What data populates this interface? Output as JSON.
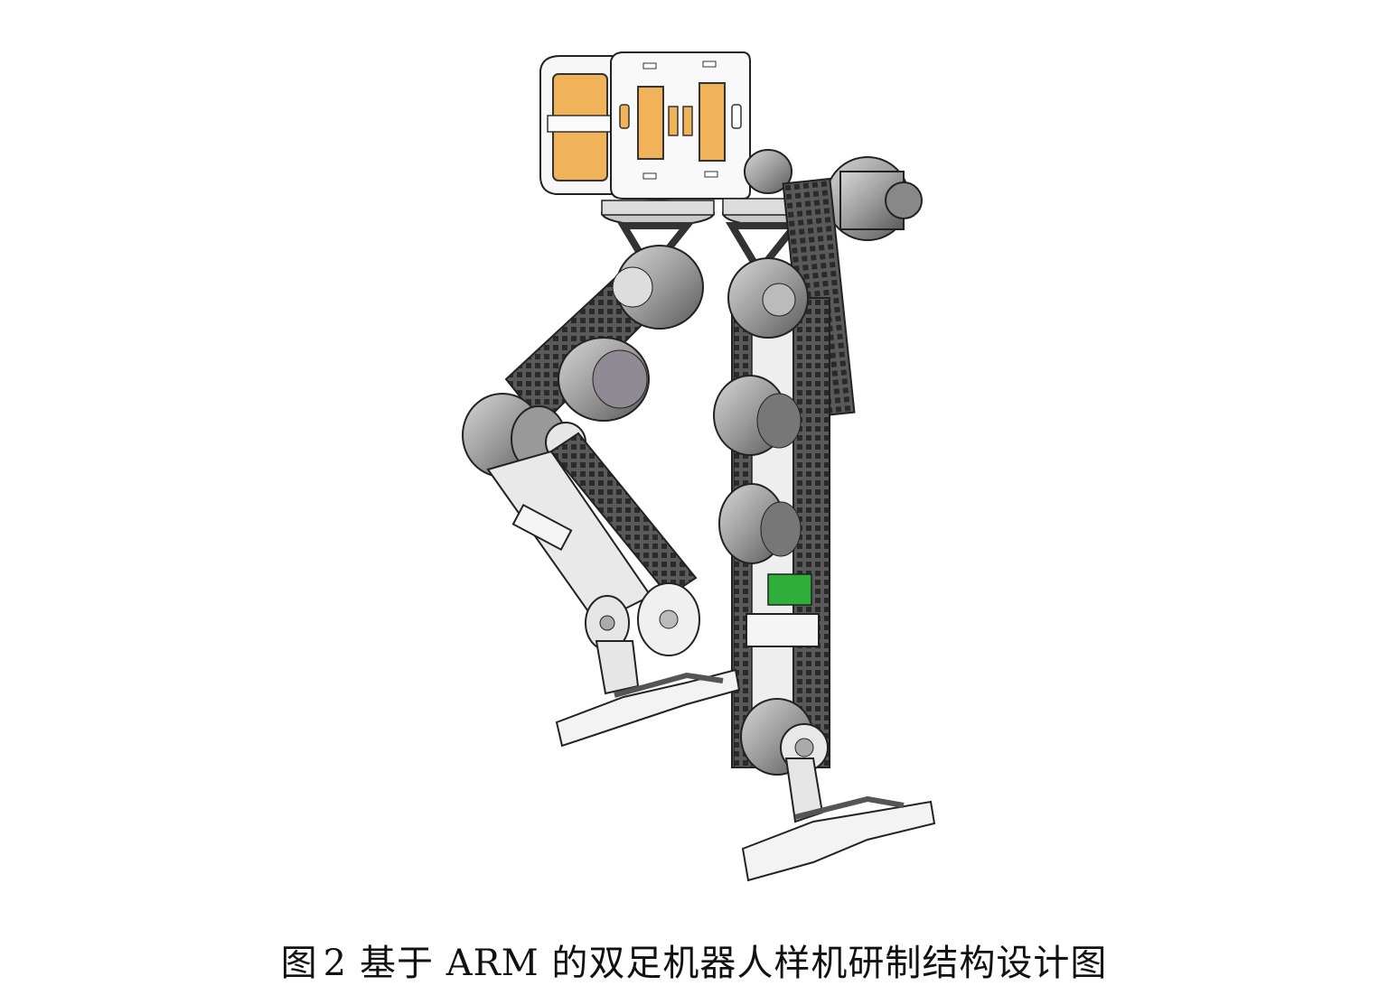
{
  "figure": {
    "caption_prefix": "图",
    "caption_number": "2",
    "caption_text": "基于 ARM 的双足机器人样机研制结构设计图"
  },
  "illustration": {
    "subject": "biped-robot-cad-model",
    "colors": {
      "battery": "#f0b35a",
      "frame_light": "#e8e8e8",
      "frame_dark": "#4a4a4a",
      "motor": "#9a9a9a",
      "outline": "#222222",
      "board_green": "#2fae3a"
    }
  }
}
